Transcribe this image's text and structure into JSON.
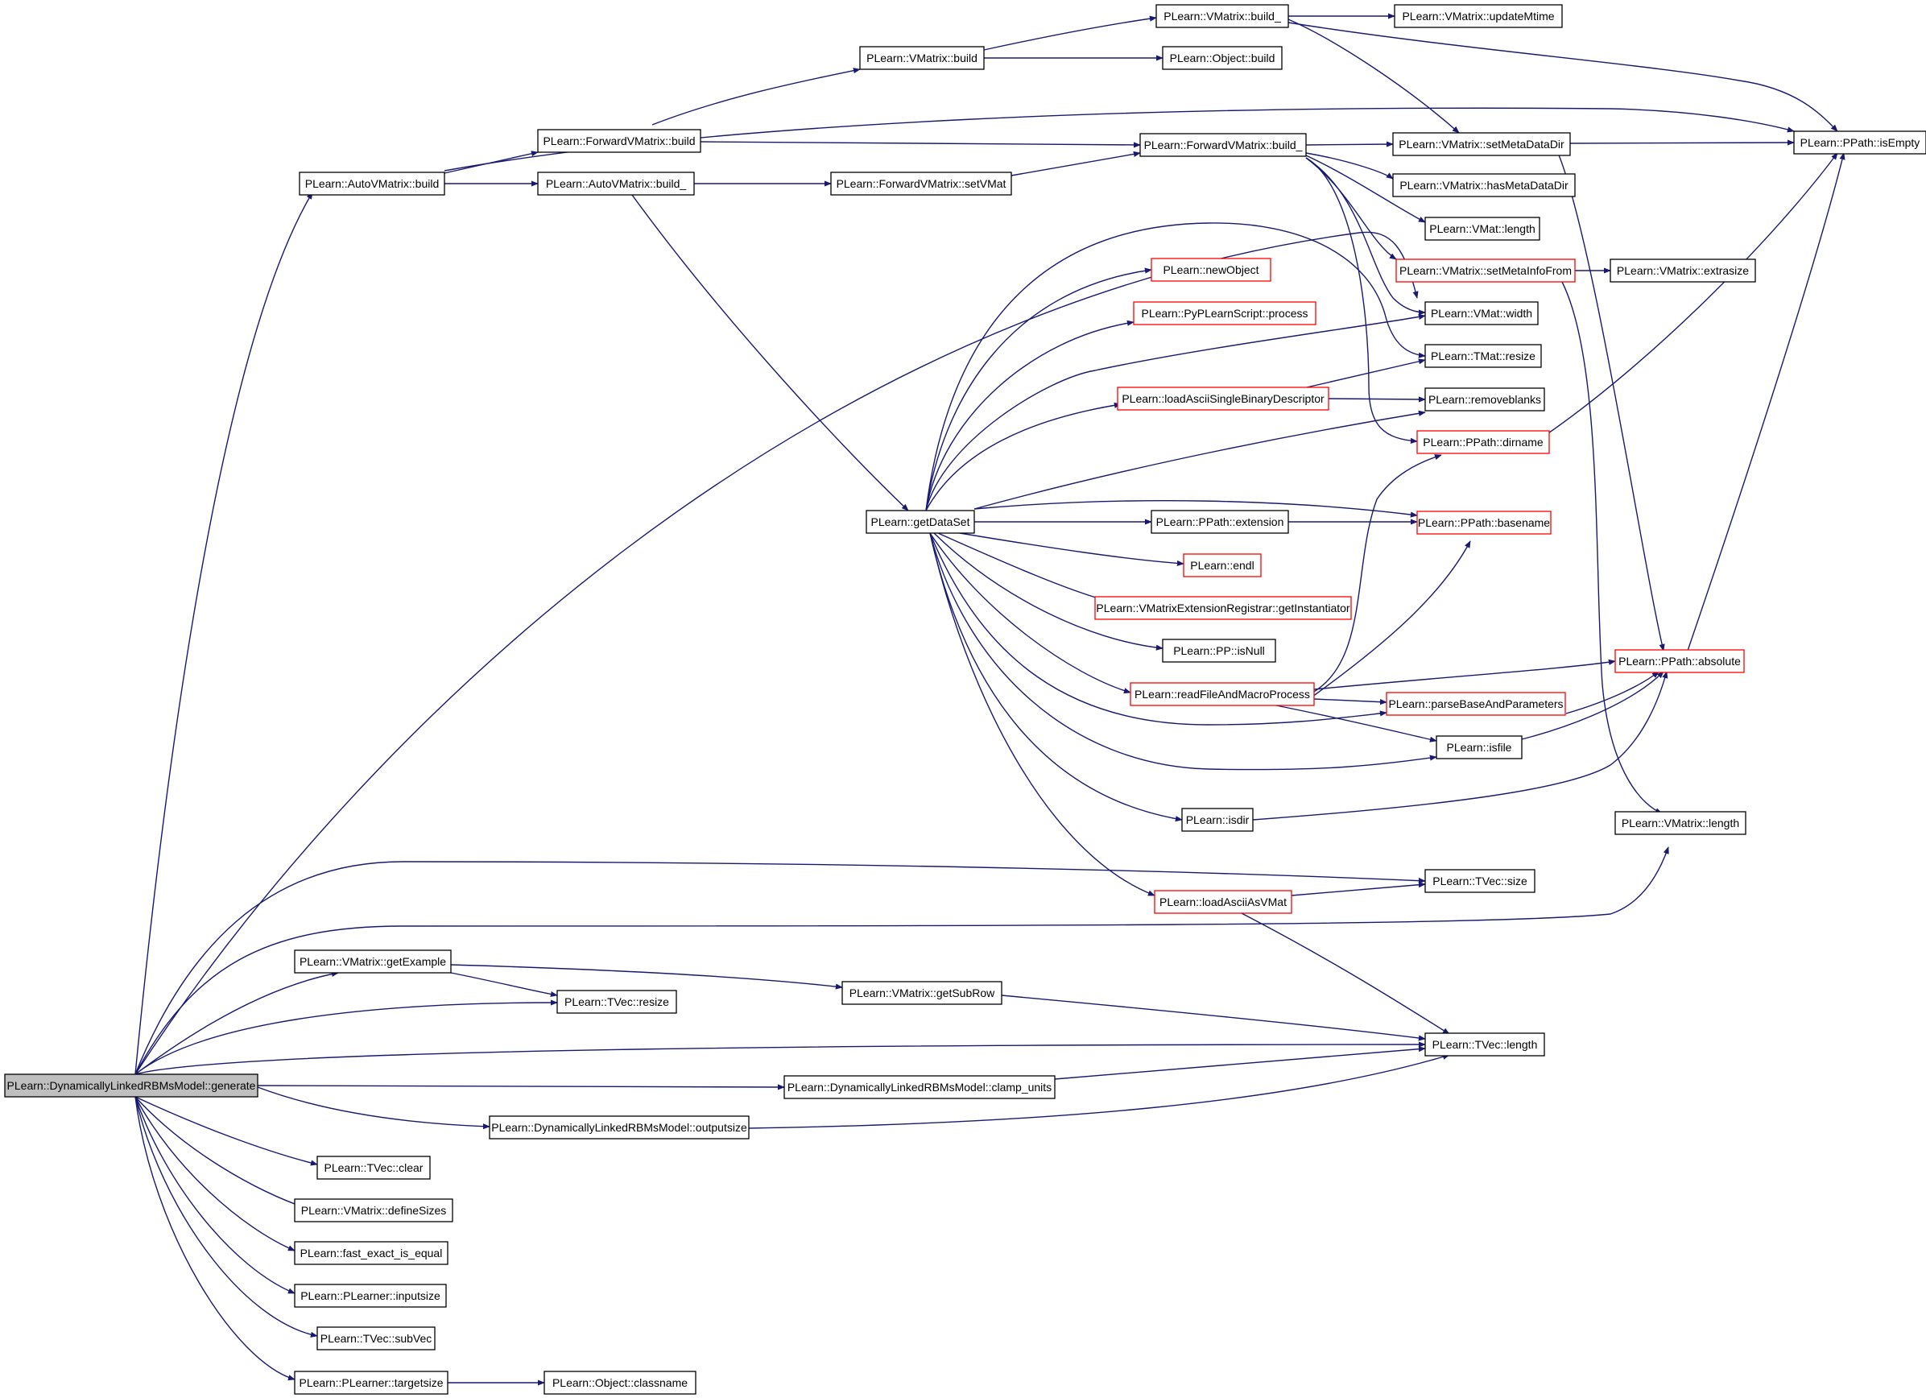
{
  "colors": {
    "edge": "#191970",
    "node_border": "#000000",
    "truncated_border": "#ff0000",
    "root_fill": "#bfbfbf",
    "background": "#ffffff"
  },
  "nodes": [
    {
      "id": "n_generate",
      "label": "PLearn::DynamicallyLinkedRBMsModel::generate",
      "style": "root"
    },
    {
      "id": "n_autovm_build",
      "label": "PLearn::AutoVMatrix::build",
      "style": "normal"
    },
    {
      "id": "n_fwd_build",
      "label": "PLearn::ForwardVMatrix::build",
      "style": "normal"
    },
    {
      "id": "n_autovm_build_",
      "label": "PLearn::AutoVMatrix::build_",
      "style": "normal"
    },
    {
      "id": "n_vm_build",
      "label": "PLearn::VMatrix::build",
      "style": "normal"
    },
    {
      "id": "n_vm_build_",
      "label": "PLearn::VMatrix::build_",
      "style": "normal"
    },
    {
      "id": "n_vm_updateMtime",
      "label": "PLearn::VMatrix::updateMtime",
      "style": "normal"
    },
    {
      "id": "n_obj_build",
      "label": "PLearn::Object::build",
      "style": "normal"
    },
    {
      "id": "n_fwd_build_",
      "label": "PLearn::ForwardVMatrix::build_",
      "style": "normal"
    },
    {
      "id": "n_fwd_setVMat",
      "label": "PLearn::ForwardVMatrix::setVMat",
      "style": "normal"
    },
    {
      "id": "n_vm_setMetaDataDir",
      "label": "PLearn::VMatrix::setMetaDataDir",
      "style": "normal"
    },
    {
      "id": "n_pp_isEmpty",
      "label": "PLearn::PPath::isEmpty",
      "style": "normal"
    },
    {
      "id": "n_vm_hasMetaDataDir",
      "label": "PLearn::VMatrix::hasMetaDataDir",
      "style": "normal"
    },
    {
      "id": "n_vmat_length",
      "label": "PLearn::VMat::length",
      "style": "normal"
    },
    {
      "id": "n_vm_setMetaInfoFrom",
      "label": "PLearn::VMatrix::setMetaInfoFrom",
      "style": "red"
    },
    {
      "id": "n_vm_extrasize",
      "label": "PLearn::VMatrix::extrasize",
      "style": "normal"
    },
    {
      "id": "n_newObject",
      "label": "PLearn::newObject",
      "style": "red"
    },
    {
      "id": "n_pypl_process",
      "label": "PLearn::PyPLearnScript::process",
      "style": "red"
    },
    {
      "id": "n_vmat_width",
      "label": "PLearn::VMat::width",
      "style": "normal"
    },
    {
      "id": "n_tmat_resize",
      "label": "PLearn::TMat::resize",
      "style": "normal"
    },
    {
      "id": "n_loadAsciiSBD",
      "label": "PLearn::loadAsciiSingleBinaryDescriptor",
      "style": "red"
    },
    {
      "id": "n_removeblanks",
      "label": "PLearn::removeblanks",
      "style": "normal"
    },
    {
      "id": "n_pp_dirname",
      "label": "PLearn::PPath::dirname",
      "style": "red"
    },
    {
      "id": "n_getDataSet",
      "label": "PLearn::getDataSet",
      "style": "normal"
    },
    {
      "id": "n_pp_extension",
      "label": "PLearn::PPath::extension",
      "style": "normal"
    },
    {
      "id": "n_pp_basename",
      "label": "PLearn::PPath::basename",
      "style": "red"
    },
    {
      "id": "n_endl",
      "label": "PLearn::endl",
      "style": "red"
    },
    {
      "id": "n_vmext_getInst",
      "label": "PLearn::VMatrixExtensionRegistrar::getInstantiator",
      "style": "red"
    },
    {
      "id": "n_pp_isNull",
      "label": "PLearn::PP::isNull",
      "style": "normal"
    },
    {
      "id": "n_readFileMacro",
      "label": "PLearn::readFileAndMacroProcess",
      "style": "red"
    },
    {
      "id": "n_pp_absolute",
      "label": "PLearn::PPath::absolute",
      "style": "red"
    },
    {
      "id": "n_parseBase",
      "label": "PLearn::parseBaseAndParameters",
      "style": "red"
    },
    {
      "id": "n_isfile",
      "label": "PLearn::isfile",
      "style": "normal"
    },
    {
      "id": "n_isdir",
      "label": "PLearn::isdir",
      "style": "normal"
    },
    {
      "id": "n_vm_length",
      "label": "PLearn::VMatrix::length",
      "style": "normal"
    },
    {
      "id": "n_tvec_size",
      "label": "PLearn::TVec::size",
      "style": "normal"
    },
    {
      "id": "n_loadAsciiAsVMat",
      "label": "PLearn::loadAsciiAsVMat",
      "style": "red"
    },
    {
      "id": "n_vm_getExample",
      "label": "PLearn::VMatrix::getExample",
      "style": "normal"
    },
    {
      "id": "n_vm_getSubRow",
      "label": "PLearn::VMatrix::getSubRow",
      "style": "normal"
    },
    {
      "id": "n_tvec_resize",
      "label": "PLearn::TVec::resize",
      "style": "normal"
    },
    {
      "id": "n_tvec_length",
      "label": "PLearn::TVec::length",
      "style": "normal"
    },
    {
      "id": "n_dl_clamp_units",
      "label": "PLearn::DynamicallyLinkedRBMsModel::clamp_units",
      "style": "normal"
    },
    {
      "id": "n_dl_outputsize",
      "label": "PLearn::DynamicallyLinkedRBMsModel::outputsize",
      "style": "normal"
    },
    {
      "id": "n_tvec_clear",
      "label": "PLearn::TVec::clear",
      "style": "normal"
    },
    {
      "id": "n_vm_defineSizes",
      "label": "PLearn::VMatrix::defineSizes",
      "style": "normal"
    },
    {
      "id": "n_fast_exact_eq",
      "label": "PLearn::fast_exact_is_equal",
      "style": "normal"
    },
    {
      "id": "n_pl_inputsize",
      "label": "PLearn::PLearner::inputsize",
      "style": "normal"
    },
    {
      "id": "n_tvec_subVec",
      "label": "PLearn::TVec::subVec",
      "style": "normal"
    },
    {
      "id": "n_pl_targetsize",
      "label": "PLearn::PLearner::targetsize",
      "style": "normal"
    },
    {
      "id": "n_obj_classname",
      "label": "PLearn::Object::classname",
      "style": "normal"
    }
  ]
}
